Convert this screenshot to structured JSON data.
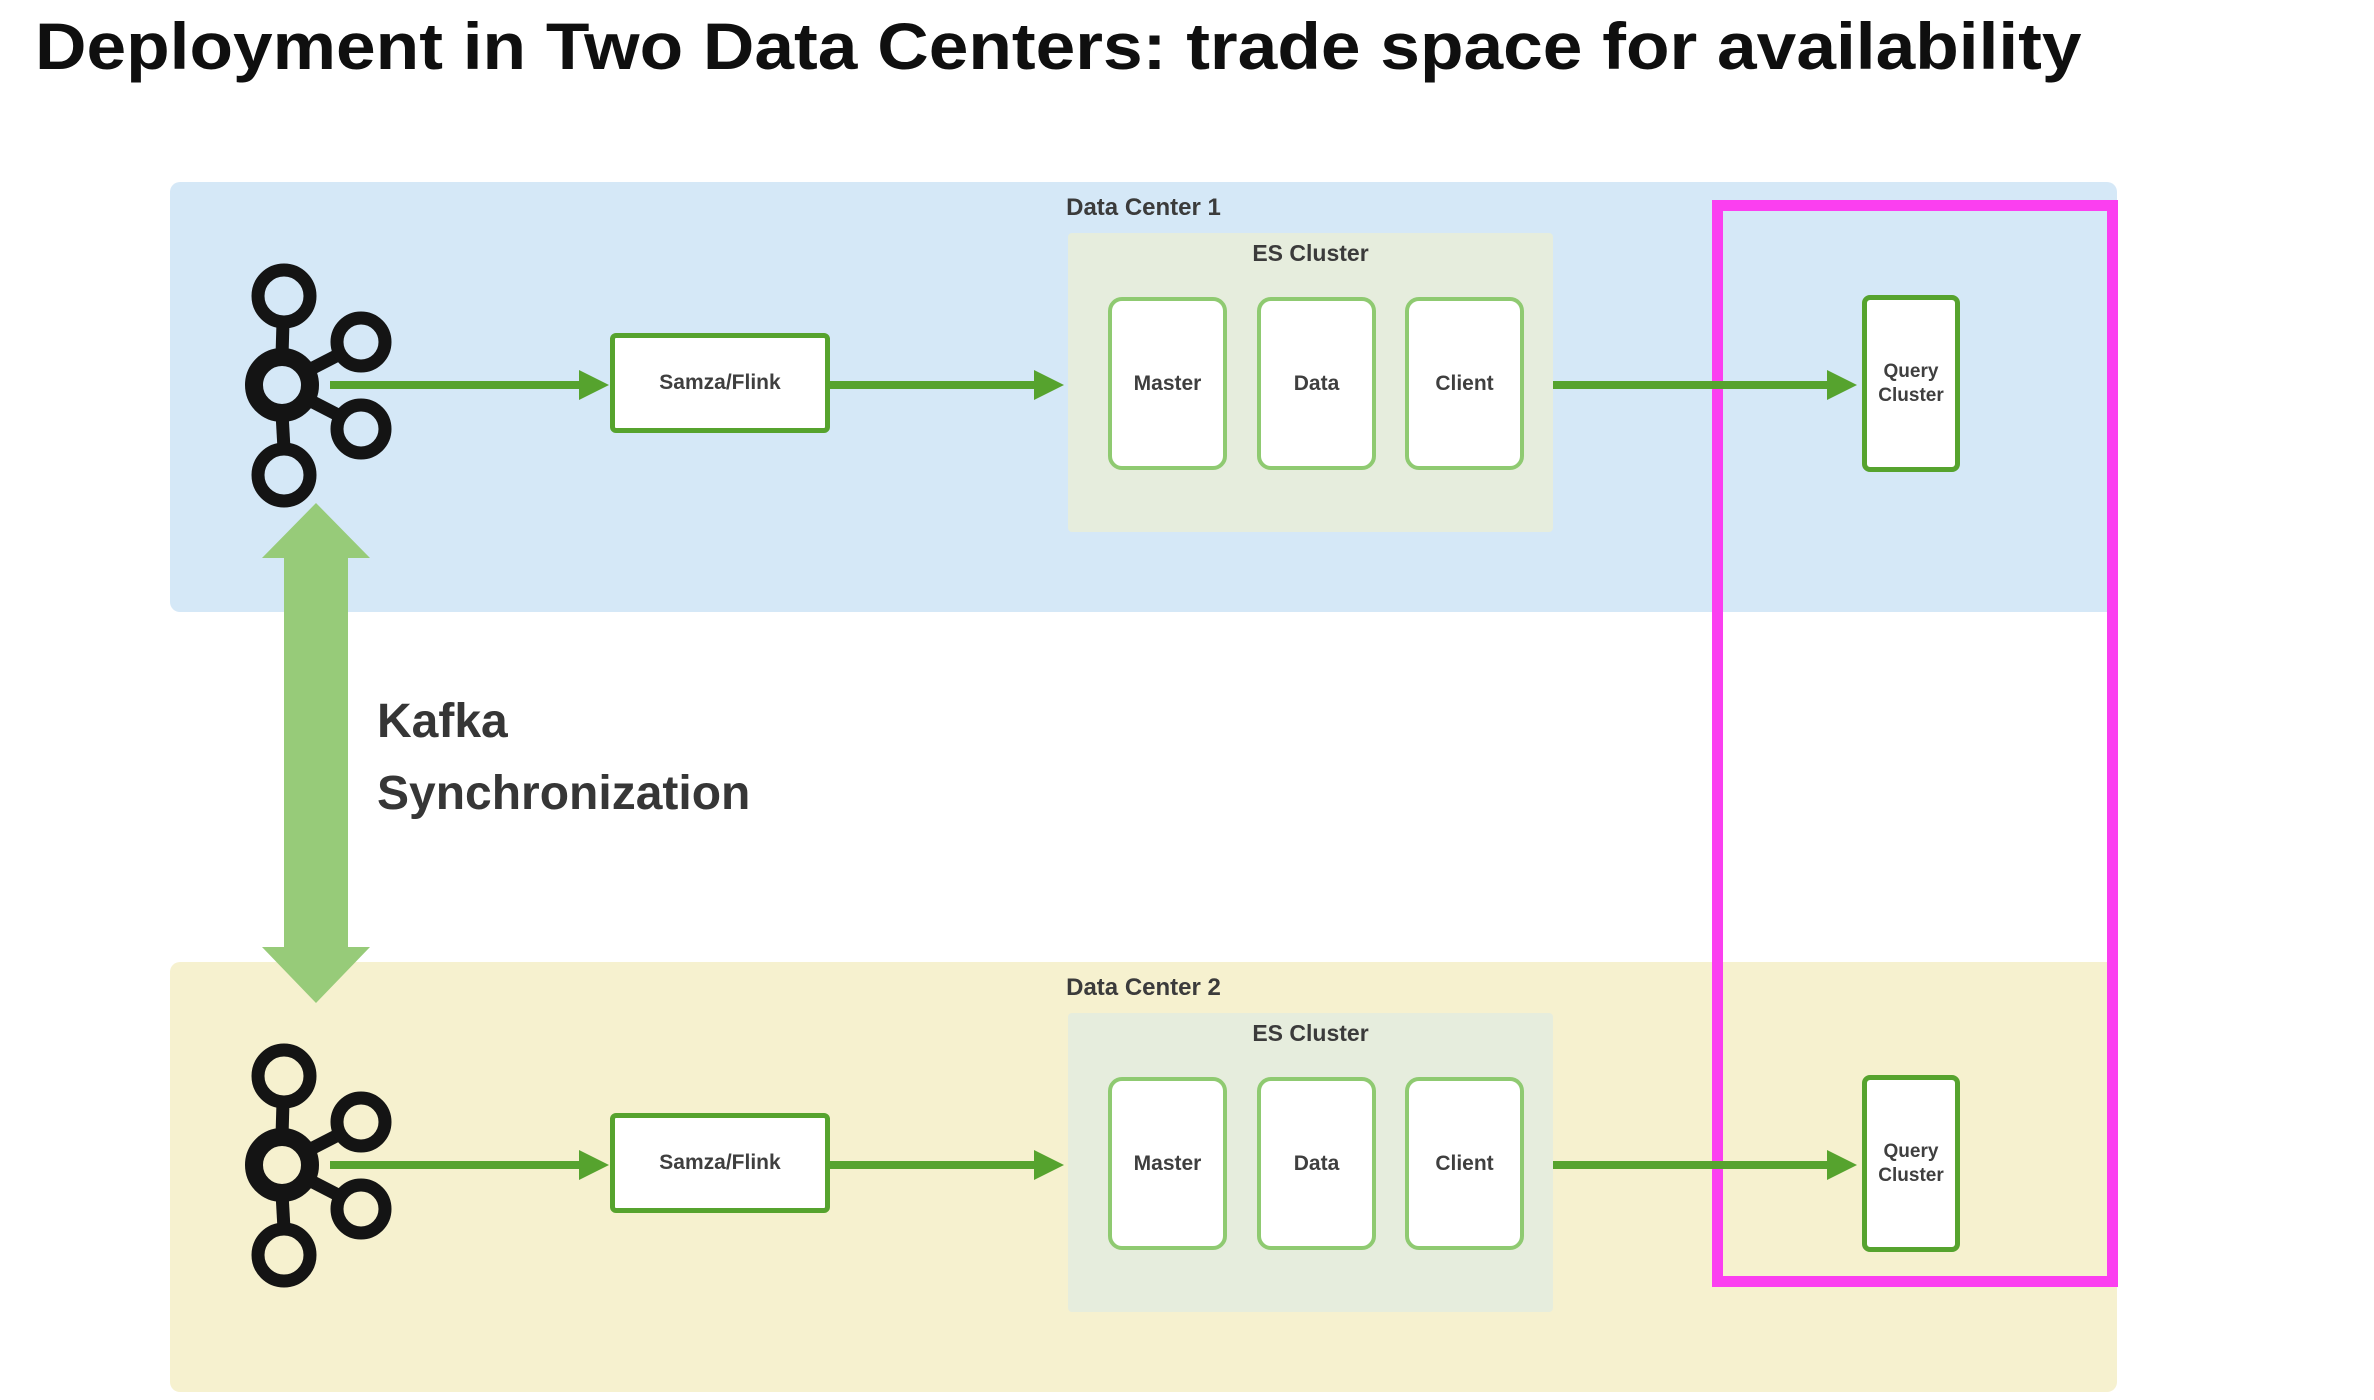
{
  "title": "Deployment in Two Data Centers: trade space for availability",
  "sync": {
    "line1": "Kafka",
    "line2": "Synchronization"
  },
  "data_centers": [
    {
      "label": "Data Center 1",
      "processor_label": "Samza/Flink",
      "es_cluster_label": "ES Cluster",
      "nodes": [
        "Master",
        "Data",
        "Client"
      ],
      "query_label": "Query Cluster"
    },
    {
      "label": "Data Center 2",
      "processor_label": "Samza/Flink",
      "es_cluster_label": "ES Cluster",
      "nodes": [
        "Master",
        "Data",
        "Client"
      ],
      "query_label": "Query Cluster"
    }
  ],
  "icons": {
    "kafka": "kafka-logo",
    "flow_arrow": "arrow-right-icon",
    "sync_arrow": "double-headed-vertical-arrow-icon"
  },
  "colors": {
    "band_dc1": "#d5e8f7",
    "band_dc2": "#f6f1cf",
    "es_container": "#e6eddd",
    "node_border_light_green": "#8fca71",
    "box_border_green": "#56a32e",
    "flow_arrow_green": "#56a32e",
    "sync_arrow_green": "#97cb79",
    "highlight_magenta": "#fb3ff0",
    "kafka_black": "#141414",
    "label_gray": "#3b3b3b",
    "title_black": "#0f0f0f"
  }
}
